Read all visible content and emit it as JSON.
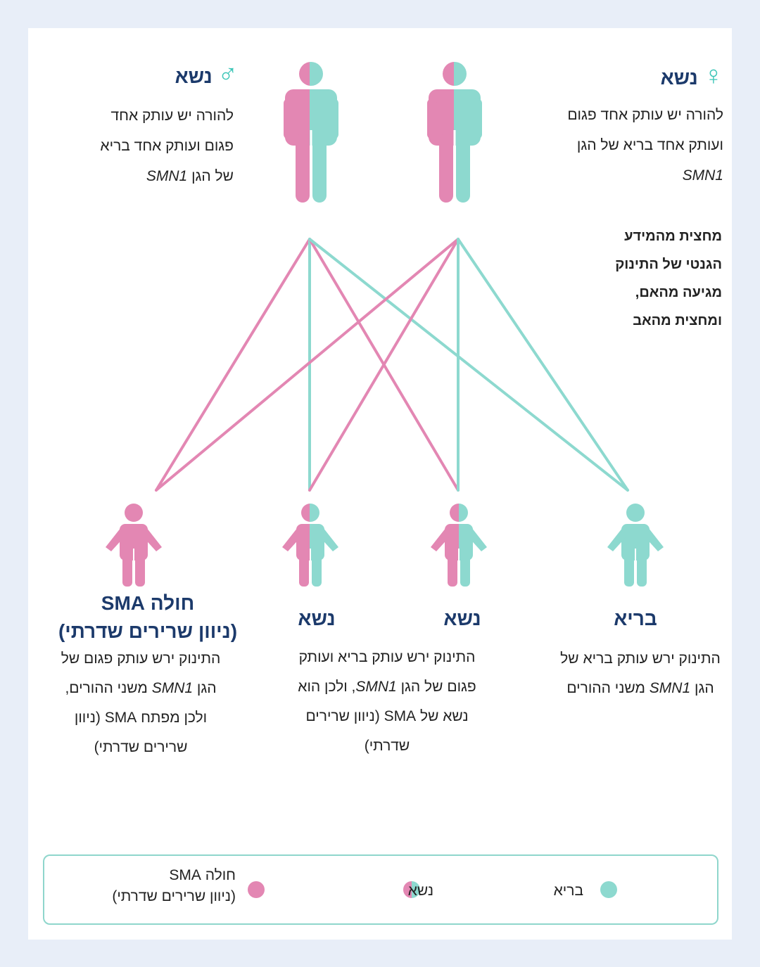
{
  "colors": {
    "affected": "#e387b3",
    "healthy": "#8dd9cf",
    "title": "#1c3a6b"
  },
  "parents": {
    "mother": {
      "label": "נשא",
      "symbol_icon": "female-symbol-icon",
      "symbol": "♀",
      "text_line1": "להורה יש עותק אחד פגום",
      "text_line2": "ועותק אחד בריא של הגן",
      "gene": "SMN1"
    },
    "father": {
      "label": "נשא",
      "symbol_icon": "male-symbol-icon",
      "symbol": "♂",
      "text_line1": "להורה יש עותק אחד",
      "text_line2": "פגום ועותק אחד בריא",
      "text_line3_prefix": "של הגן",
      "gene": "SMN1"
    }
  },
  "inheritance_note": [
    "מחצית מהמידע",
    "הגנטי של התינוק",
    "מגיעה מהאם,",
    "ומחצית מהאב"
  ],
  "children": [
    {
      "status": "healthy",
      "title": "בריא",
      "line1": "התינוק ירש עותק בריא של",
      "line2_prefix": "הגן",
      "gene": "SMN1",
      "line2_suffix": "משני ההורים"
    },
    {
      "status": "carrier",
      "title": "נשא",
      "line1": "התינוק ירש עותק בריא ועותק",
      "line2_prefix": "פגום של הגן",
      "gene": "SMN1",
      "line2_suffix": ", ולכן הוא",
      "line3": "נשא של SMA (ניוון שרירים",
      "line4": "שדרתי)"
    },
    {
      "status": "carrier",
      "title": "נשא"
    },
    {
      "status": "affected",
      "title_line1": "חולה SMA",
      "title_line2": "(ניוון שרירים שדרתי)",
      "line1": "התינוק ירש עותק פגום של",
      "line2_prefix": "הגן",
      "gene": "SMN1",
      "line2_suffix": "משני ההורים,",
      "line3": "ולכן מפתח SMA (ניוון",
      "line4": "שרירים שדרתי)"
    }
  ],
  "legend": {
    "healthy": "בריא",
    "carrier": "נשא",
    "affected_line1": "חולה SMA",
    "affected_line2": "(ניוון שרירים שדרתי)"
  }
}
